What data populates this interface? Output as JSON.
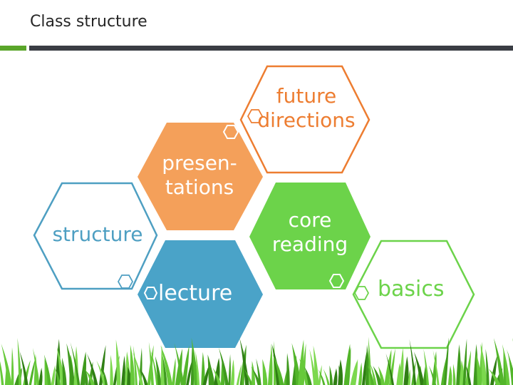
{
  "slide": {
    "title": "Class structure"
  },
  "diagram": {
    "hexagons": {
      "future": {
        "line1": "future",
        "line2": "directions",
        "color": "#ed7d31",
        "style": "outline"
      },
      "presentations": {
        "line1": "presen-",
        "line2": "tations",
        "color": "#f4a05a",
        "style": "filled"
      },
      "structure": {
        "text": "structure",
        "color": "#4e9fc2",
        "style": "outline"
      },
      "core": {
        "line1": "core",
        "line2": "reading",
        "color": "#6cd34a",
        "style": "filled"
      },
      "lecture": {
        "text": "lecture",
        "color": "#4aa3c8",
        "style": "filled"
      },
      "basics": {
        "text": "basics",
        "color": "#6cd34a",
        "style": "outline"
      }
    },
    "decoration": "grass-border"
  }
}
